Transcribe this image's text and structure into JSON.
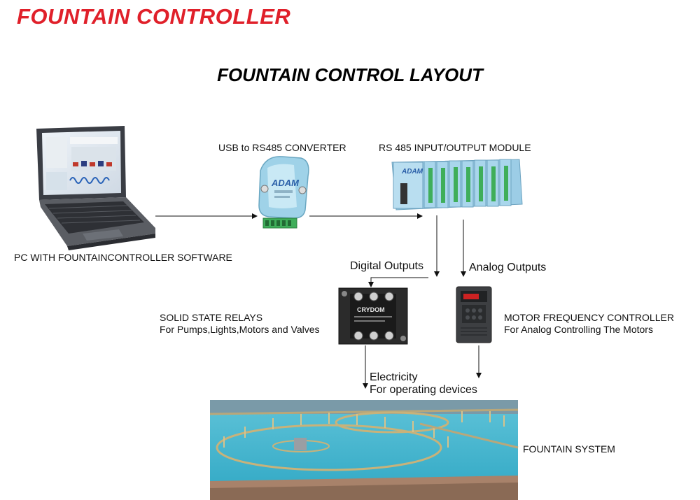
{
  "header": {
    "title": "FOUNTAIN CONTROLLER",
    "title_color": "#e0202a"
  },
  "diagram": {
    "title": "FOUNTAIN CONTROL LAYOUT",
    "labels": {
      "usb_converter": "USB to RS485 CONVERTER",
      "io_module": "RS 485 INPUT/OUTPUT MODULE",
      "pc": "PC WITH FOUNTAINCONTROLLER SOFTWARE",
      "digital_outputs": "Digital Outputs",
      "analog_outputs": "Analog Outputs",
      "relays_title": "SOLID STATE RELAYS",
      "relays_sub": "For Pumps,Lights,Motors and Valves",
      "motor_title": "MOTOR FREQUENCY CONTROLLER",
      "motor_sub": "For Analog Controlling The Motors",
      "electricity_1": "Electricity",
      "electricity_2": "For operating devices",
      "fountain": "FOUNTAIN SYSTEM"
    },
    "device_text": {
      "converter_brand": "ADAM",
      "module_brand": "ADAM",
      "relay_brand": "CRYDOM"
    }
  }
}
